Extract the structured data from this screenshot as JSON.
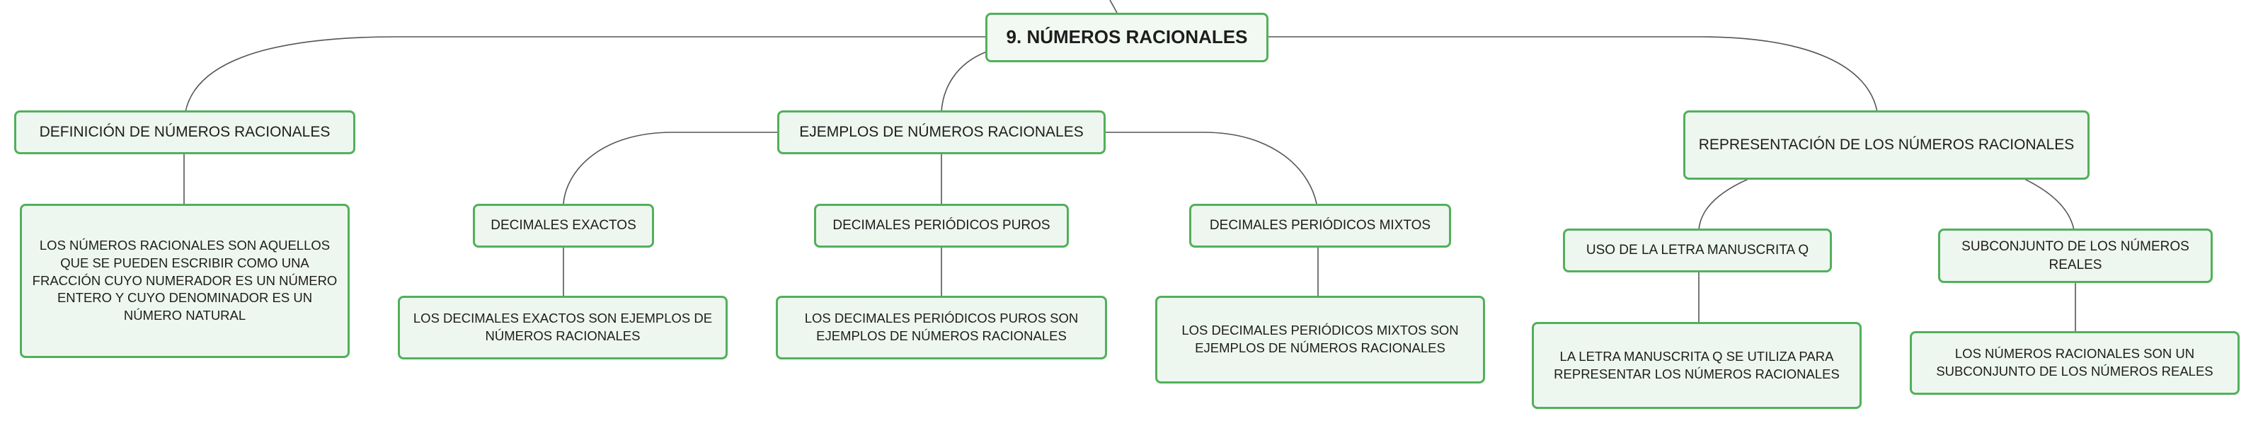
{
  "map": {
    "root": "9. NÚMEROS RACIONALES",
    "branches": [
      {
        "label": "DEFINICIÓN DE NÚMEROS RACIONALES",
        "detail": "LOS NÚMEROS RACIONALES SON AQUELLOS QUE SE PUEDEN ESCRIBIR COMO UNA FRACCIÓN CUYO NUMERADOR ES UN NÚMERO ENTERO Y CUYO DENOMINADOR ES UN NÚMERO NATURAL"
      },
      {
        "label": "EJEMPLOS DE NÚMEROS RACIONALES",
        "children": [
          {
            "label": "DECIMALES EXACTOS",
            "detail": "LOS DECIMALES EXACTOS SON EJEMPLOS DE NÚMEROS RACIONALES"
          },
          {
            "label": "DECIMALES PERIÓDICOS PUROS",
            "detail": "LOS DECIMALES PERIÓDICOS PUROS SON EJEMPLOS DE NÚMEROS RACIONALES"
          },
          {
            "label": "DECIMALES PERIÓDICOS MIXTOS",
            "detail": "LOS DECIMALES PERIÓDICOS MIXTOS SON EJEMPLOS DE NÚMEROS RACIONALES"
          }
        ]
      },
      {
        "label": "REPRESENTACIÓN DE LOS NÚMEROS RACIONALES",
        "children": [
          {
            "label": "USO DE LA LETRA MANUSCRITA Q",
            "detail": "LA LETRA MANUSCRITA Q SE UTILIZA PARA REPRESENTAR LOS NÚMEROS RACIONALES"
          },
          {
            "label": "SUBCONJUNTO DE LOS NÚMEROS REALES",
            "detail": "LOS NÚMEROS RACIONALES SON UN SUBCONJUNTO DE LOS NÚMEROS REALES"
          }
        ]
      }
    ]
  },
  "colors": {
    "node_border": "#52b05b",
    "node_fill": "#eef7ef",
    "connector": "#555555"
  }
}
